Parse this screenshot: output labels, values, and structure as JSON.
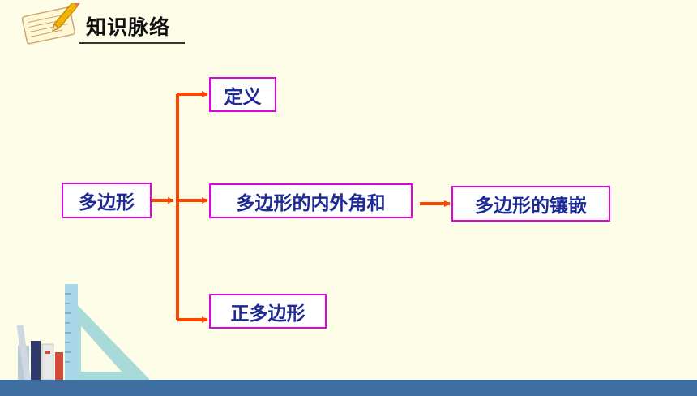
{
  "header": {
    "title": "知识脉络",
    "icon": "notepad-pencil-icon"
  },
  "diagram": {
    "root": "多边形",
    "branches": [
      "定义",
      "多边形的内外角和",
      "正多边形"
    ],
    "extension": "多边形的镶嵌"
  },
  "colors": {
    "background": "#fdfde8",
    "node_border": "#e000e0",
    "node_text": "#1e2a96",
    "arrow": "#ff4400",
    "footer_bar": "#3f6fa0"
  },
  "decoration": {
    "icon": "books-and-ruler-icon"
  }
}
